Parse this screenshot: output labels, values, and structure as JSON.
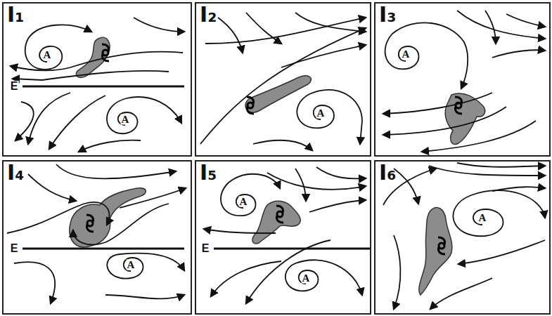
{
  "diagram": {
    "nodes": [
      {
        "text": [
          "I₁"
        ]
      },
      {
        "text": [
          "I₂"
        ]
      },
      {
        "text": [
          "I₃"
        ]
      },
      {
        "text": [
          "I₄"
        ]
      },
      {
        "text": [
          "I₅"
        ]
      },
      {
        "text": [
          "I₆"
        ]
      }
    ],
    "labels": [
      "A",
      "A",
      "E",
      "A",
      "A",
      "E",
      "A",
      "A",
      "E",
      "A",
      "A"
    ]
  }
}
